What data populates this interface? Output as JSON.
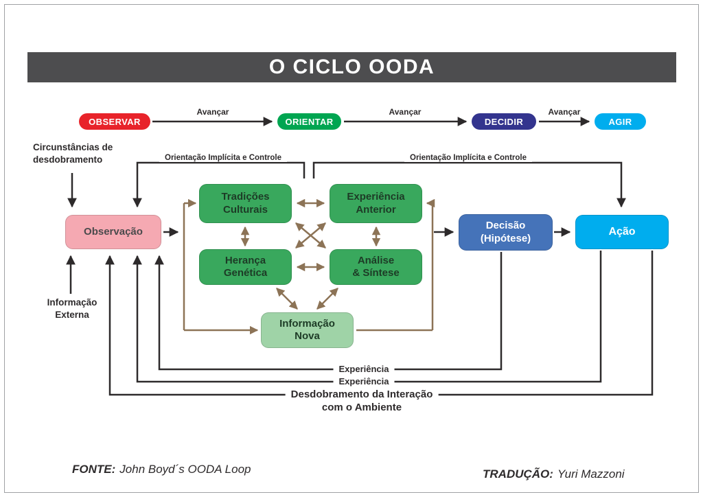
{
  "title": "O CICLO OODA",
  "flow": {
    "arrow_label": "Avançar",
    "stages": [
      {
        "label": "OBSERVAR",
        "color": "#e8232a"
      },
      {
        "label": "ORIENTAR",
        "color": "#00a551"
      },
      {
        "label": "DECIDIR",
        "color": "#33348e"
      },
      {
        "label": "AGIR",
        "color": "#00adee"
      }
    ]
  },
  "nodes": {
    "observacao": {
      "label": "Observação",
      "color": "#f5a9b2"
    },
    "tradicoes": {
      "label": "Tradições\nCulturais",
      "color": "#39a85d"
    },
    "experiencia_anterior": {
      "label": "Experiência\nAnterior",
      "color": "#39a85d"
    },
    "heranca": {
      "label": "Herança\nGenética",
      "color": "#39a85d"
    },
    "analise": {
      "label": "Análise\n& Síntese",
      "color": "#39a85d"
    },
    "informacao_nova": {
      "label": "Informação\nNova",
      "color": "#9fd3a7"
    },
    "decisao": {
      "label": "Decisão\n(Hipótese)",
      "color": "#4573b9"
    },
    "acao": {
      "label": "Ação",
      "color": "#00adee"
    }
  },
  "annotations": {
    "circunstancias": "Circunstâncias de\ndesdobramento",
    "informacao_externa": "Informação\nExterna",
    "orientacao_esquerda": "Orientação Implícita e Controle",
    "orientacao_direita": "Orientação Implícita e Controle",
    "feedback_experiencia_1": "Experiência",
    "feedback_experiencia_2": "Experiência",
    "desdobramento": "Desdobramento da Interação\ncom o Ambiente"
  },
  "footer": {
    "fonte_label": "FONTE:",
    "fonte_value": "John Boyd´s OODA Loop",
    "traducao_label": "TRADUÇÃO:",
    "traducao_value": "Yuri Mazzoni"
  }
}
